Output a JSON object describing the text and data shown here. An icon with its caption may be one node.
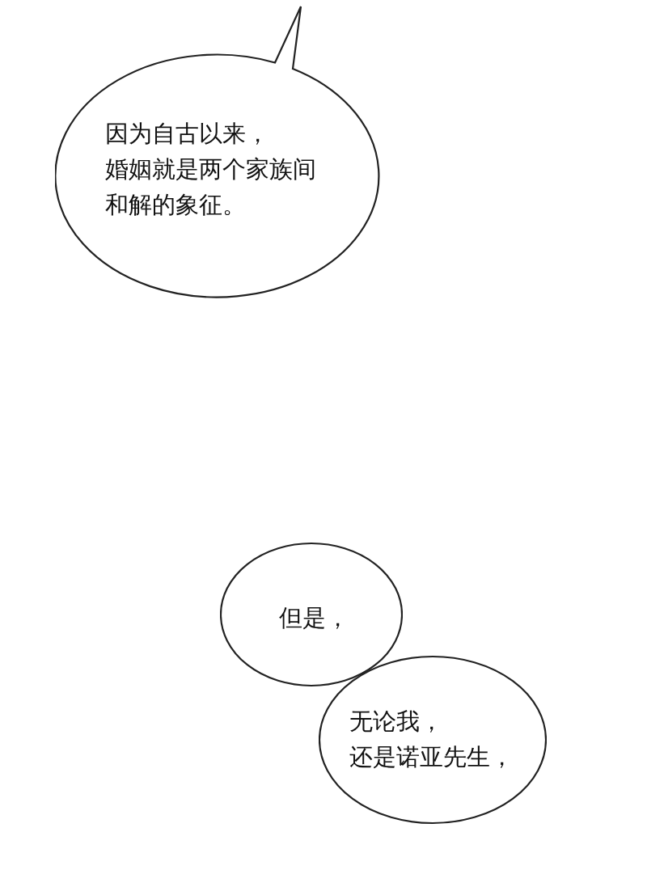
{
  "diagram": {
    "nodes": [
      {
        "text": [
          "因为自古以来，婚姻就是两个家族间和解的象征。"
        ]
      },
      {
        "text": [
          "但是，"
        ]
      },
      {
        "text": [
          "无论我，还是诺亚先生，"
        ]
      }
    ]
  }
}
